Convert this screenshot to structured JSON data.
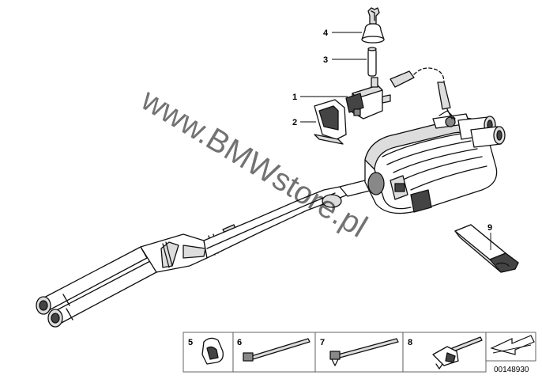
{
  "watermark": "www.BMWstore.pl",
  "callouts": [
    {
      "number": "1",
      "part": "vacuum-valve"
    },
    {
      "number": "2",
      "part": "valve-bracket"
    },
    {
      "number": "3",
      "part": "vacuum-hose"
    },
    {
      "number": "4",
      "part": "vacuum-cap"
    },
    {
      "number": "9",
      "part": "edge-protector"
    }
  ],
  "hardware": [
    {
      "number": "5",
      "part": "clip"
    },
    {
      "number": "6",
      "part": "cable-tie"
    },
    {
      "number": "7",
      "part": "cable-tie-with-anchor"
    },
    {
      "number": "8",
      "part": "cable-tie-with-clip"
    }
  ],
  "reference": "00148930"
}
